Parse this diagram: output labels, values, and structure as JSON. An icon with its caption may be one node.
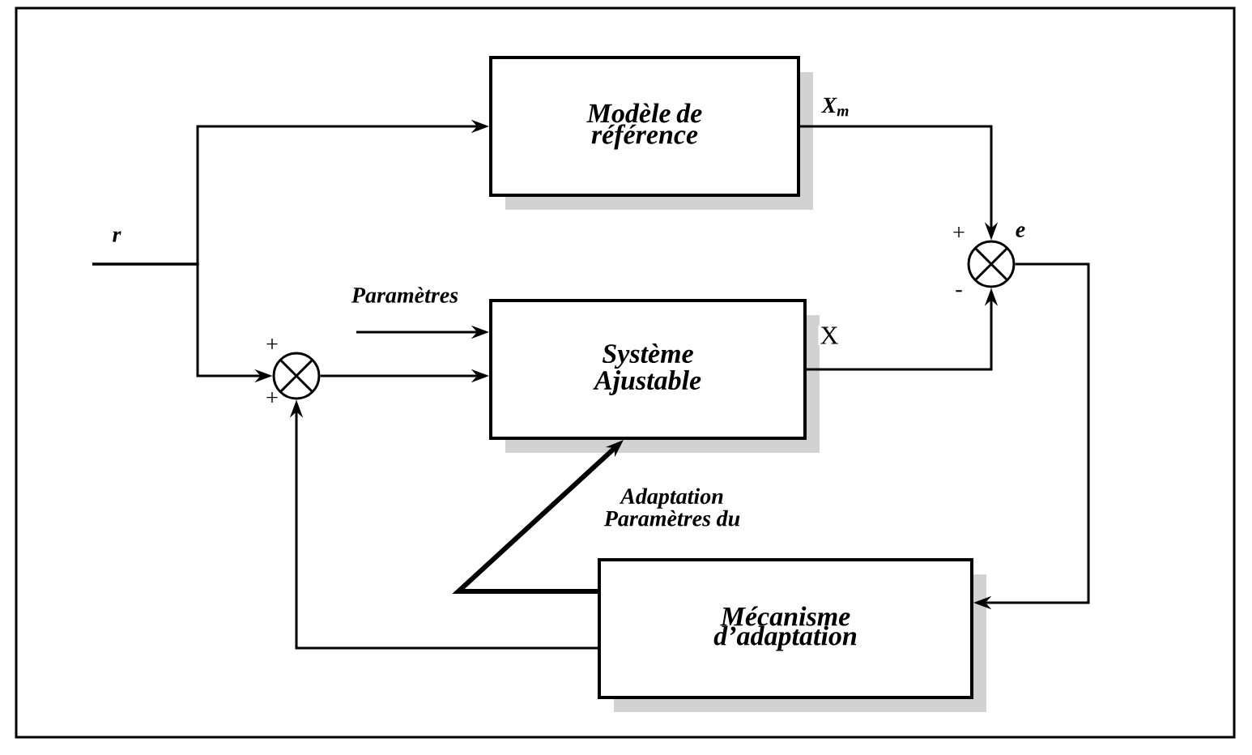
{
  "diagram": {
    "nodes": [
      {
        "text": [
          "Modèle de référence"
        ]
      },
      {
        "text": [
          "Système Ajustable"
        ]
      },
      {
        "text": [
          "Mécanisme d’adaptation"
        ]
      },
      {
        "text": [],
        "shape": "circle"
      },
      {
        "text": [],
        "shape": "circle"
      }
    ],
    "edges": [
      {
        "from": null,
        "to": 0,
        "arrow": "to",
        "label": "r"
      },
      {
        "from": null,
        "to": 3,
        "arrow": "to"
      },
      {
        "from": null,
        "to": 1,
        "arrow": "to",
        "label": "Paramètres"
      },
      {
        "from": 3,
        "to": 1,
        "arrow": "to"
      },
      {
        "from": 0,
        "to": 4,
        "arrow": "to",
        "label": "X$_{m}$"
      },
      {
        "from": 1,
        "to": 4,
        "arrow": "to",
        "label": "X"
      },
      {
        "from": 4,
        "to": 2,
        "arrow": "to",
        "label": "e"
      },
      {
        "from": 2,
        "to": 3,
        "arrow": "to"
      },
      {
        "from": 2,
        "to": 1,
        "arrow": "to",
        "style": "thick",
        "label": "Adaptation Paramètres du"
      }
    ],
    "labels": [
      "+",
      "-",
      "+",
      "+"
    ]
  }
}
